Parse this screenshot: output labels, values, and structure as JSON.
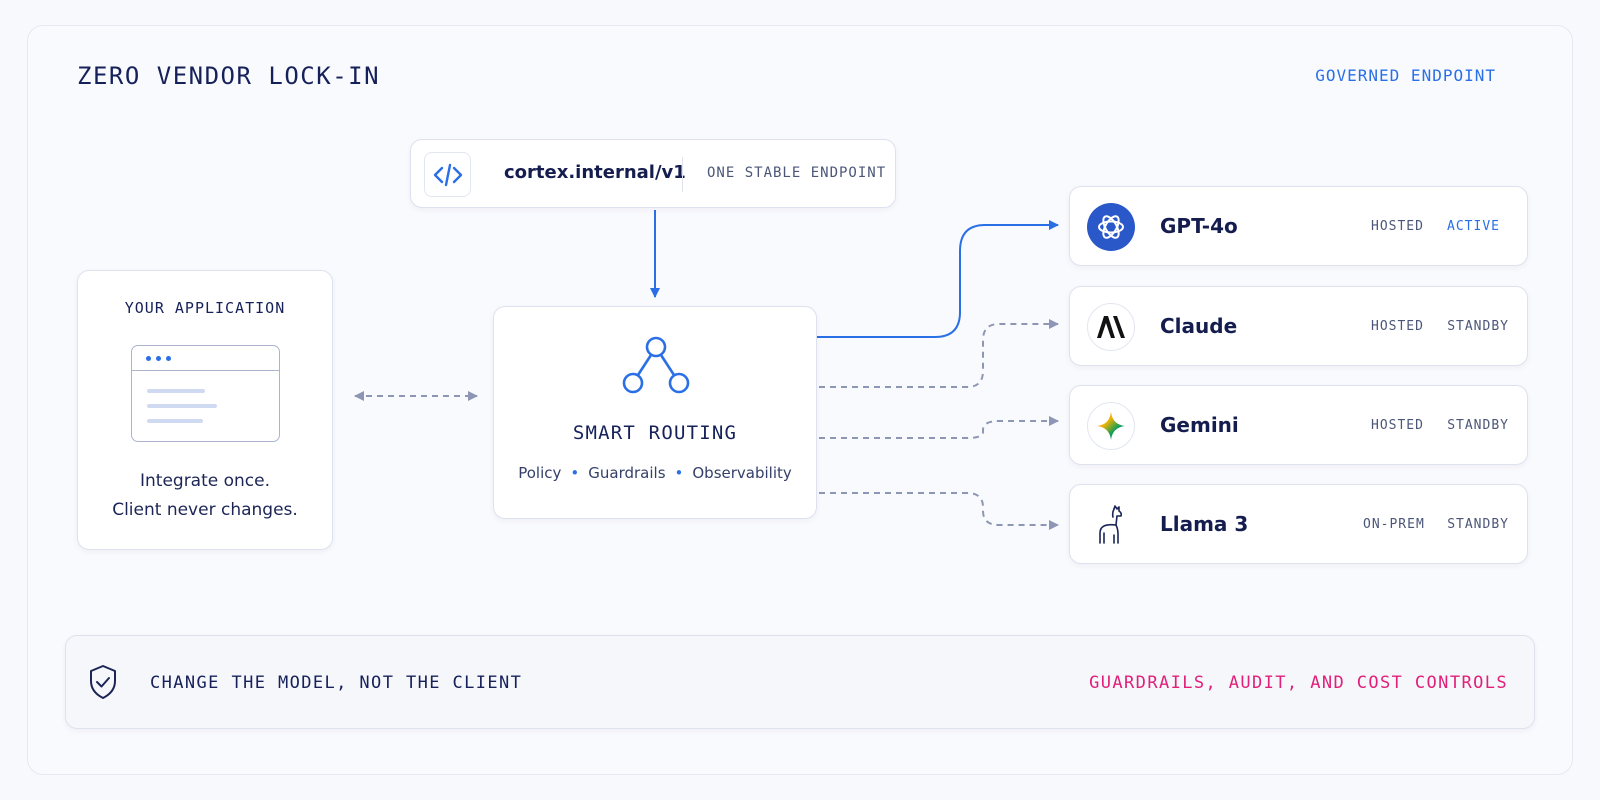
{
  "header": {
    "title": "ZERO VENDOR LOCK-IN",
    "tag": "GOVERNED ENDPOINT"
  },
  "endpoint": {
    "icon": "code-icon",
    "url": "cortex.internal/v1",
    "tag": "ONE STABLE ENDPOINT"
  },
  "application": {
    "title": "YOUR APPLICATION",
    "icon": "browser-window-icon",
    "line1": "Integrate once.",
    "line2": "Client never changes."
  },
  "router": {
    "icon": "routing-node-icon",
    "label": "SMART ROUTING",
    "features": [
      "Policy",
      "Guardrails",
      "Observability"
    ],
    "bullet": "•"
  },
  "models": [
    {
      "name": "GPT-4o",
      "hosting": "HOSTED",
      "status": "ACTIVE",
      "logo": "openai-logo-icon",
      "active": true
    },
    {
      "name": "Claude",
      "hosting": "HOSTED",
      "status": "STANDBY",
      "logo": "anthropic-logo-icon",
      "active": false
    },
    {
      "name": "Gemini",
      "hosting": "HOSTED",
      "status": "STANDBY",
      "logo": "gemini-sparkle-icon",
      "active": false
    },
    {
      "name": "Llama 3",
      "hosting": "ON-PREM",
      "status": "STANDBY",
      "logo": "llama-icon",
      "active": false
    }
  ],
  "footer": {
    "icon": "shield-check-icon",
    "left": "CHANGE THE MODEL, NOT THE CLIENT",
    "right": "GUARDRAILS, AUDIT, AND COST CONTROLS"
  },
  "colors": {
    "accent": "#2a6fe6",
    "navy": "#16215a",
    "muted": "#8d97b5",
    "highlight": "#e0207a"
  }
}
